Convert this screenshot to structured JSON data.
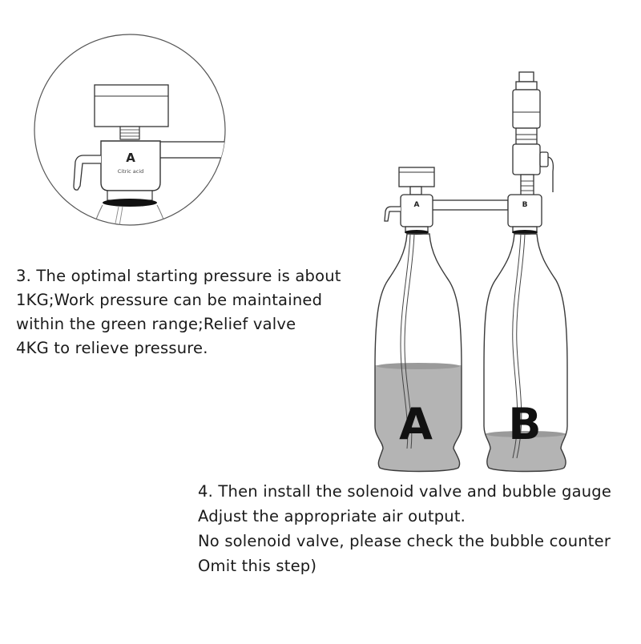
{
  "step3": {
    "lines": [
      "3. The optimal starting pressure is about",
      "1KG;Work pressure can be maintained",
      "within the green range;Relief valve",
      "4KG to relieve pressure."
    ]
  },
  "step4": {
    "lines": [
      "4. Then install the solenoid valve and bubble gauge",
      "Adjust the appropriate air output.",
      "No solenoid valve, please check the bubble counter",
      "Omit this step)"
    ]
  },
  "detail": {
    "valve_letter": "A",
    "valve_sublabel": "Citric acid"
  },
  "bottles": {
    "a": {
      "letter": "A",
      "valve_letter": "A"
    },
    "b": {
      "letter": "B",
      "valve_letter": "B"
    }
  },
  "colors": {
    "line": "#3a3a3a",
    "liquid": "#b4b4b4",
    "liquid_dark": "#8a8a8a",
    "text": "#1a1a1a"
  }
}
